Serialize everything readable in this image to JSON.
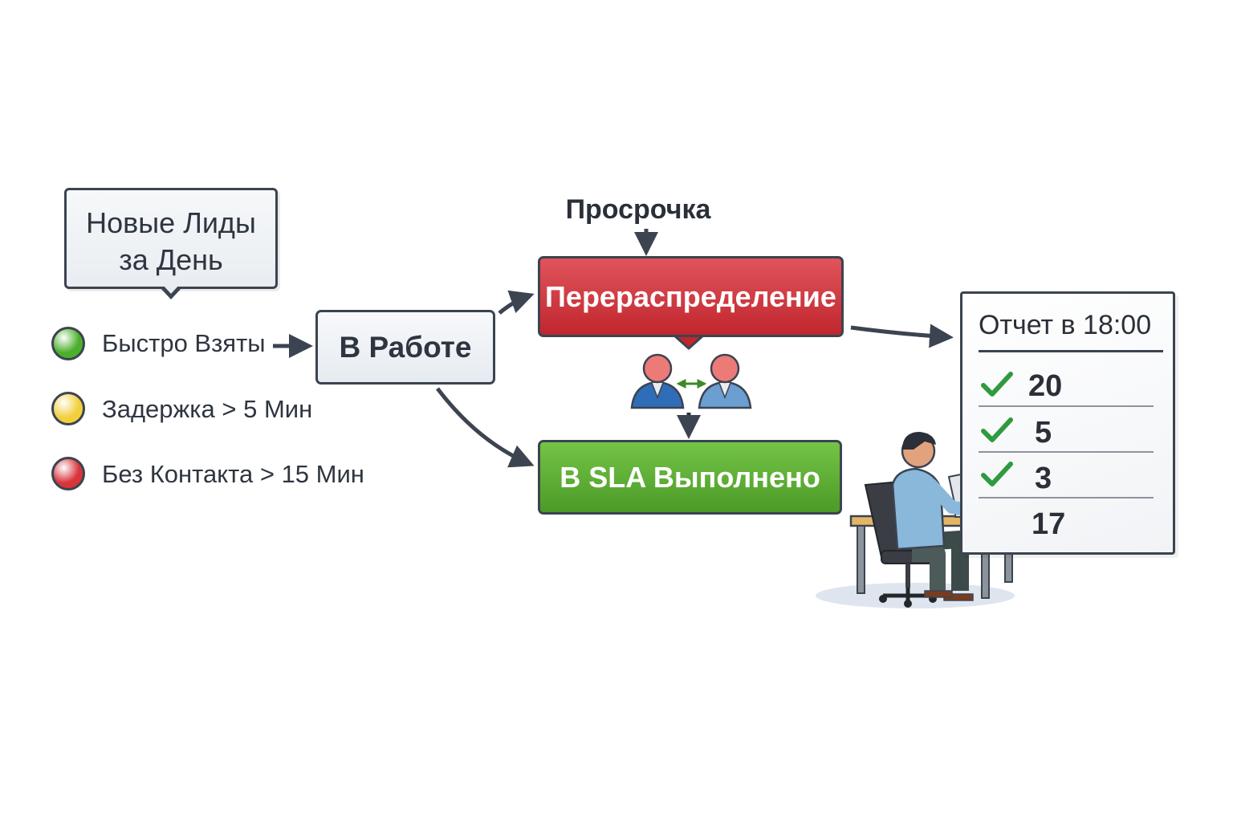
{
  "title_bubble": {
    "line1": "Новые Лиды",
    "line2": "за День"
  },
  "legend": [
    {
      "label": "Быстро Взяты",
      "color": "#4caf2c"
    },
    {
      "label": "Задержка > 5 Мин",
      "color": "#f2cf3c"
    },
    {
      "label": "Без Контакта > 15 Мин",
      "color": "#d8343b"
    }
  ],
  "nodes": {
    "in_work": "В Работе",
    "overdue": "Просрочка",
    "redistribution": "Перераспределение",
    "sla_done": "В SLA Выполнено"
  },
  "report": {
    "title": "Отчет в 18:00",
    "rows": [
      {
        "value": "20",
        "checked": true
      },
      {
        "value": "5",
        "checked": true
      },
      {
        "value": "3",
        "checked": true
      },
      {
        "value": "17",
        "checked": false
      }
    ]
  },
  "colors": {
    "red": "#c9333a",
    "green": "#5aab33",
    "person_blue": "#2f6db8",
    "person_light_blue": "#6b9ed1",
    "outline": "#3b4450"
  }
}
